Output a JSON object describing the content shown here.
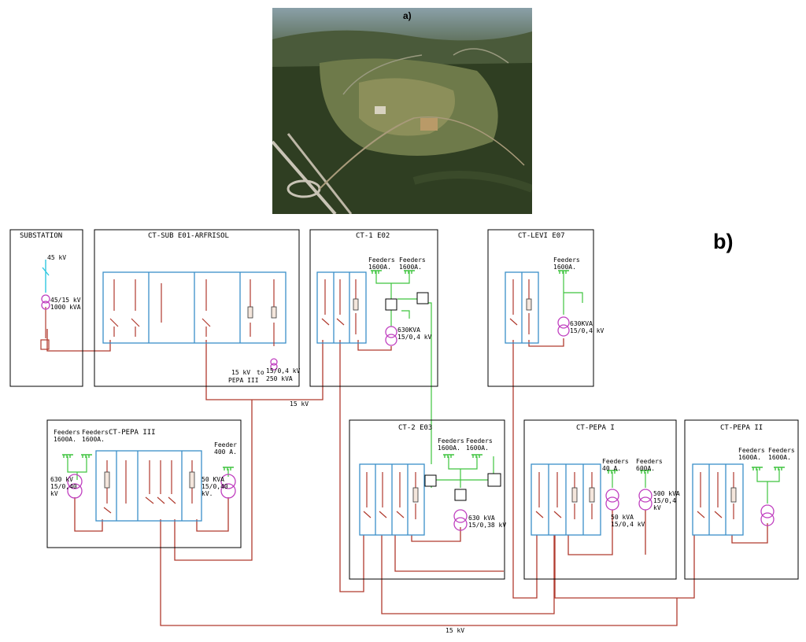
{
  "panels": {
    "a_label": "a)",
    "b_label": "b)"
  },
  "substations": [
    {
      "id": "substation",
      "title": "SUBSTATION"
    },
    {
      "id": "ct-sub",
      "title": "CT-SUB E01-ARFRISOL"
    },
    {
      "id": "ct-1",
      "title": "CT-1 E02"
    },
    {
      "id": "ct-levi",
      "title": "CT-LEVI E07"
    },
    {
      "id": "ct-pepa3",
      "title": "CT-PEPA III"
    },
    {
      "id": "ct-2",
      "title": "CT-2 E03"
    },
    {
      "id": "ct-pepa1",
      "title": "CT-PEPA I"
    },
    {
      "id": "ct-pepa2",
      "title": "CT-PEPA II"
    }
  ],
  "labels": {
    "sub_45kv": "45 kV",
    "sub_tr1": "45/15 kV",
    "sub_tr2": "1000 kVA",
    "ctsub_15kv": "15 kV",
    "ctsub_to": "to",
    "ctsub_pepa": "PEPA III",
    "ctsub_tr1": "15/0,4 kV",
    "ctsub_tr2": "250 kVA",
    "bus_15kv_top": "15 kV",
    "bus_15kv_bottom": "15 kV",
    "ct1_f1a": "Feeders",
    "ct1_f1b": "1600A.",
    "ct1_f2a": "Feeders",
    "ct1_f2b": "1600A.",
    "ct1_tr1": "630KVA",
    "ct1_tr2": "15/0,4 kV",
    "levi_f1": "Feeders",
    "levi_f2": "1600A.",
    "levi_tr1": "630KVA",
    "levi_tr2": "15/0,4 kV",
    "p3_f1a": "Feeders",
    "p3_f1b": "1600A.",
    "p3_f2a": "Feeders",
    "p3_f2b": "1600A.",
    "p3_tr1": "630 kV",
    "p3_tr2": "15/0,40",
    "p3_tr3": "kV",
    "p3_feed1": "Feeder",
    "p3_feed2": "400 A.",
    "p3_tr4": "50 KVA",
    "p3_tr5": "15/0,40",
    "p3_tr6": "kV.",
    "ct2_f1a": "Feeders",
    "ct2_f1b": "1600A.",
    "ct2_f2a": "Feeders",
    "ct2_f2b": "1600A.",
    "ct2_tr1": "630 kVA",
    "ct2_tr2": "15/0,38 kV",
    "p1_f1a": "Feeders",
    "p1_f1b": "40 A.",
    "p1_f2a": "Feeders",
    "p1_f2b": "600A.",
    "p1_tr1": "50 kVA",
    "p1_tr2": "15/0,4 kV",
    "p1_tr3": "500 kVA",
    "p1_tr4": "15/0,4",
    "p1_tr5": "kV",
    "p2_f1a": "Feeders",
    "p2_f1b": "1600A.",
    "p2_f2a": "Feeders",
    "p2_f2b": "1600A."
  },
  "colors": {
    "frame": "#000000",
    "cubicle": "#3a8fc8",
    "cable": "#b03a2e",
    "lv": "#3ec43e",
    "transformer": "#c040c0",
    "hv_sub": "#30c8e0"
  }
}
